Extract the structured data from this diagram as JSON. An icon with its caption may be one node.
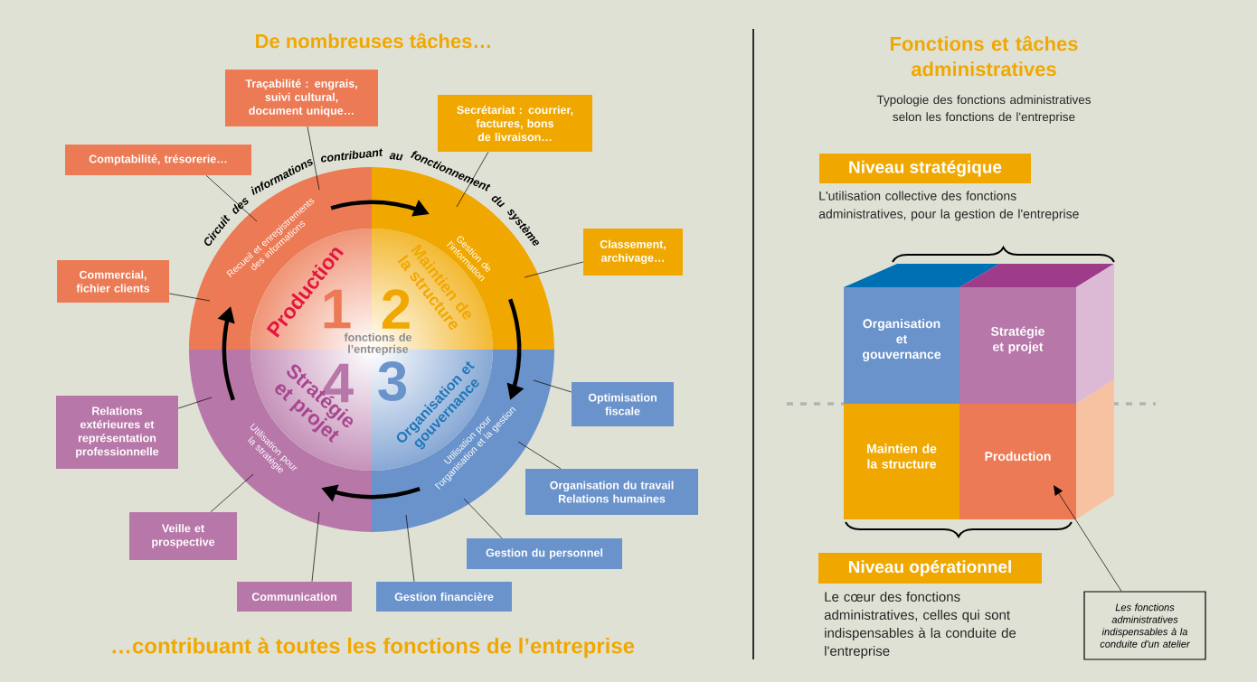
{
  "diagram": {
    "nodes": [
      {
        "text": [
          "Recueil et enregistrements des informations"
        ]
      },
      {
        "text": [
          "Gestion de l'information"
        ]
      },
      {
        "text": [
          "Utilisation pour l'organisation et la gestion"
        ]
      },
      {
        "text": [
          "Utilisation pour la stratégie"
        ]
      },
      {
        "text": [
          "Production",
          "1"
        ]
      },
      {
        "text": [
          "Maintien de la structure",
          "2"
        ]
      },
      {
        "text": [
          "Organisation et gouvernance",
          "3"
        ]
      },
      {
        "text": [
          "Stratégie et projet",
          "4"
        ]
      },
      {
        "text": [
          "Traçabilité : engrais, suivi cultural, document unique…"
        ]
      },
      {
        "text": [
          "Secrétariat : courrier, factures, bons de livraison…"
        ]
      },
      {
        "text": [
          "Comptabilité, trésorerie…"
        ]
      },
      {
        "text": [
          "Classement, archivage…"
        ]
      },
      {
        "text": [
          "Commercial, fichier clients"
        ]
      },
      {
        "text": [
          "Optimisation fiscale"
        ]
      },
      {
        "text": [
          "Relations extérieures et représentation professionnelle"
        ]
      },
      {
        "text": [
          "Organisation du travail Relations humaines"
        ]
      },
      {
        "text": [
          "Veille et prospective"
        ]
      },
      {
        "text": [
          "Gestion du personnel"
        ]
      },
      {
        "text": [
          "Communication"
        ]
      },
      {
        "text": [
          "Gestion financière"
        ]
      },
      {
        "text": [
          "Niveau stratégique"
        ],
        "beside": [
          "L'utilisation collective des fonctions administratives, pour la gestion de l'entreprise"
        ]
      },
      {
        "text": [
          "Organisation et gouvernance"
        ]
      },
      {
        "text": [
          "Stratégie et projet"
        ]
      },
      {
        "text": [
          "Maintien de la structure"
        ]
      },
      {
        "text": [
          "Production"
        ]
      },
      {
        "text": [
          "Niveau opérationnel"
        ],
        "beside": [
          "Le cœur des fonctions administratives, celles qui sont indispensables à la conduite de l'entreprise"
        ]
      },
      {
        "text": [
          "Les fonctions administratives indispensables à la conduite d'un atelier"
        ]
      }
    ],
    "edges": [
      {
        "from": 0,
        "to": 1,
        "arrow": "to",
        "style": "thick"
      },
      {
        "from": 1,
        "to": 2,
        "arrow": "to",
        "style": "thick"
      },
      {
        "from": 2,
        "to": 3,
        "arrow": "to",
        "style": "thick"
      },
      {
        "from": 3,
        "to": 0,
        "arrow": "to",
        "style": "thick"
      },
      {
        "from": 8,
        "to": 0,
        "arrow": "none"
      },
      {
        "from": 9,
        "to": 1,
        "arrow": "none"
      },
      {
        "from": 10,
        "to": 0,
        "arrow": "none"
      },
      {
        "from": 11,
        "to": 1,
        "arrow": "none"
      },
      {
        "from": 12,
        "to": 0,
        "arrow": "none"
      },
      {
        "from": 13,
        "to": 2,
        "arrow": "none"
      },
      {
        "from": 14,
        "to": 3,
        "arrow": "none"
      },
      {
        "from": 15,
        "to": 2,
        "arrow": "none"
      },
      {
        "from": 16,
        "to": 3,
        "arrow": "none"
      },
      {
        "from": 17,
        "to": 2,
        "arrow": "none"
      },
      {
        "from": 18,
        "to": 3,
        "arrow": "none"
      },
      {
        "from": 19,
        "to": 2,
        "arrow": "none"
      },
      {
        "from": 26,
        "to": 24,
        "arrow": "to"
      }
    ],
    "labels": [
      "De nombreuses tâches…",
      "Circuit des informations contribuant au fonctionnement du système",
      "fonctions de l’entreprise",
      "…contribuant à toutes les fonctions de l’entreprise",
      "Fonctions et tâches administratives",
      "Typologie des fonctions administratives selon les fonctions de l'entreprise"
    ]
  }
}
